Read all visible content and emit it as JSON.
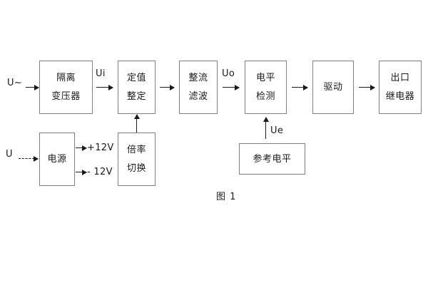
{
  "figure": {
    "caption": "图 1",
    "accent_color": "#1a1a1a",
    "border_color": "#808080",
    "background": "#ffffff"
  },
  "inputs": {
    "ac_source": "U~",
    "dc_source": "U"
  },
  "signals": {
    "ui": "Ui",
    "uo": "Uo",
    "ue": "Ue",
    "supply_positive": "+12V",
    "supply_negative": "- 12V"
  },
  "blocks": {
    "isolation_transformer": {
      "line1": "隔离",
      "line2": "变压器"
    },
    "setting_value": {
      "line1": "定值",
      "line2": "整定"
    },
    "rectify_filter": {
      "line1": "整流",
      "line2": "滤波"
    },
    "level_detection": {
      "line1": "电平",
      "line2": "检测"
    },
    "drive": {
      "line1": "驱动"
    },
    "output_relay": {
      "line1": "出口",
      "line2": "继电器"
    },
    "power_supply": {
      "line1": "电源"
    },
    "multiplier_switch": {
      "line1": "倍率",
      "line2": "切换"
    },
    "reference_level": {
      "line1": "参考电平"
    }
  }
}
